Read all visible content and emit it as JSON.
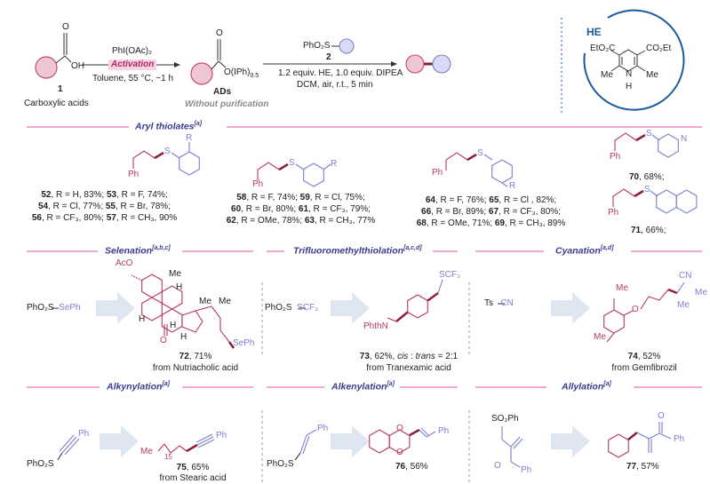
{
  "header": {
    "acid": {
      "carbonyl_o": "O",
      "oh": "OH",
      "number": "1",
      "name": "Carboxylic acids"
    },
    "step1": {
      "reagent": "PhI(OAc)₂",
      "label": "Activation",
      "conditions": "Toluene, 55 °C, ~1 h"
    },
    "intermediate": {
      "carbonyl_o": "O",
      "leaving_group": "O(IPh)",
      "leaving_group_sub": "0.5",
      "name": "ADs",
      "note": "Without purification"
    },
    "step2": {
      "reagent": "PhO₂S",
      "reagent_number": "2",
      "conditions_1": "1.2 equiv. HE, 1.0 equiv. DIPEA",
      "conditions_2": "DCM, air, r.t., 5 min"
    },
    "he_box": {
      "title": "HE",
      "left_ester": "EtO₂C",
      "right_ester": "CO₂Et",
      "left_me": "Me",
      "right_me": "Me",
      "nh_n": "N",
      "nh_h": "H"
    }
  },
  "sections": {
    "aryl": {
      "title": "Aryl thiolates",
      "sup": "[a]"
    },
    "selenation": {
      "title": "Selenation",
      "sup": "[a,b,c]"
    },
    "scf3": {
      "title": "Trifluoromethylthiolation",
      "sup": "[a,c,d]"
    },
    "cyanation": {
      "title": "Cyanation",
      "sup": "[a,d]"
    },
    "alkynylation": {
      "title": "Alkynylation",
      "sup": "[a]"
    },
    "alkenylation": {
      "title": "Alkenylation",
      "sup": "[a]"
    },
    "allylation": {
      "title": "Allylation",
      "sup": "[a]"
    }
  },
  "aryl_thiolates": {
    "ortho": {
      "labels": {
        "ph": "Ph",
        "s": "S",
        "r": "R"
      },
      "lines": [
        {
          "n1": "52",
          "t1": ", R = H, 83%; ",
          "n2": "53",
          "t2": ", R = F, 74%;"
        },
        {
          "n1": "54",
          "t1": ", R = Cl, 77%; ",
          "n2": "55",
          "t2": ", R = Br, 78%;"
        },
        {
          "n1": "56",
          "t1": ", R = CF₃, 80%; ",
          "n2": "57",
          "t2": ", R = CH₃, 90%"
        }
      ]
    },
    "meta": {
      "labels": {
        "ph": "Ph",
        "s": "S",
        "r": "R"
      },
      "lines": [
        {
          "n1": "58",
          "t1": ", R = F, 74%; ",
          "n2": "59",
          "t2": ", R = Cl, 75%;"
        },
        {
          "n1": "60",
          "t1": ", R = Br, 80%; ",
          "n2": "61",
          "t2": ", R = CF₃, 79%;"
        },
        {
          "n1": "62",
          "t1": ", R = OMe, 78%; ",
          "n2": "63",
          "t2": ", R = CH₃, 77%"
        }
      ]
    },
    "para": {
      "labels": {
        "ph": "Ph",
        "s": "S",
        "r": "R"
      },
      "lines": [
        {
          "n1": "64",
          "t1": ", R = F, 76%; ",
          "n2": "65",
          "t2": ", R = Cl , 82%;"
        },
        {
          "n1": "66",
          "t1": ", R = Br, 89%; ",
          "n2": "67",
          "t2": ", R = CF₃, 80%;"
        },
        {
          "n1": "68",
          "t1": ", R = OMe, 71%; ",
          "n2": "69",
          "t2": ", R = CH₃, 89%"
        }
      ]
    },
    "pyridyl": {
      "labels": {
        "ph": "Ph",
        "s": "S",
        "n": "N"
      },
      "number": "70",
      "yield": ",  68%;"
    },
    "naphthyl": {
      "labels": {
        "ph": "Ph",
        "s": "S"
      },
      "number": "71",
      "yield": ", 66%;"
    }
  },
  "row2": {
    "selenation": {
      "reagent_a": "PhO₂S",
      "reagent_b": "SePh",
      "labels": {
        "aco": "AcO",
        "me1": "Me",
        "h1": "H",
        "h2": "H",
        "h3": "H",
        "h4": "H",
        "o": "O",
        "me2": "Me",
        "me3": "Me",
        "seph": "SePh"
      },
      "number": "72",
      "yield": ", 71%",
      "source": "from Nutriacholic acid"
    },
    "scf3": {
      "reagent_a": "PhO₂S",
      "reagent_b": "SCF₃",
      "labels": {
        "phthn": "PhthN",
        "scf3": "SCF₃"
      },
      "number": "73",
      "yield": ", 62%, ",
      "cis": "cis",
      "ratio_sep": " : ",
      "trans": "trans",
      "ratio": " = 2:1",
      "source": "from Tranexamic acid"
    },
    "cyanation": {
      "reagent_a": "Ts",
      "reagent_b": "CN",
      "labels": {
        "cn": "CN",
        "me1": "Me",
        "me2": "Me",
        "me3": "Me",
        "me4": "Me",
        "o": "O"
      },
      "number": "74",
      "yield": ", 52%",
      "source": "from Gemfibrozil"
    }
  },
  "row3": {
    "alkynylation": {
      "reagent_ph": "Ph",
      "reagent_s": "PhO₂S",
      "labels": {
        "me": "Me",
        "n": "15",
        "ph": "Ph"
      },
      "number": "75",
      "yield": ", 65%",
      "source": "from Stearic acid"
    },
    "alkenylation": {
      "reagent_ph": "Ph",
      "reagent_s": "PhO₂S",
      "labels": {
        "o1": "O",
        "o2": "O",
        "ph": "Ph"
      },
      "number": "76",
      "yield": ", 56%"
    },
    "allylation": {
      "reagent_so2ph": "SO₂Ph",
      "reagent_o": "O",
      "reagent_ph": "Ph",
      "labels": {
        "o": "O",
        "ph": "Ph"
      },
      "number": "77",
      "yield": ", 57%"
    }
  },
  "colors": {
    "substrate": "#b8376a",
    "reagent": "#7d7fd0",
    "section": "#3b3b8f",
    "rule": "#e978ad",
    "arrow": "#dde6f1",
    "he": "#1b5a9c"
  }
}
